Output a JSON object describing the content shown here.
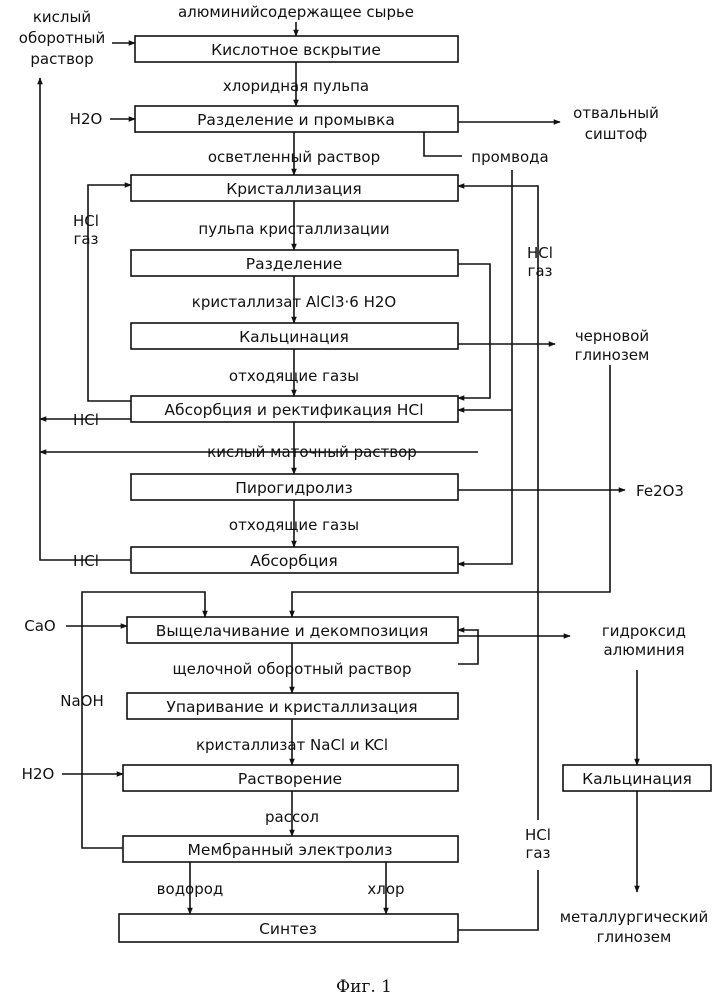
{
  "figure_caption": "Фиг. 1",
  "boxes": {
    "acid_opening": "Кислотное вскрытие",
    "separation_washing": "Разделение и промывка",
    "crystallization": "Кристаллизация",
    "separation": "Разделение",
    "calcination": "Кальцинация",
    "absorption_rectification": "Абсорбция и ректификация HCl",
    "pyrohydrolysis": "Пирогидролиз",
    "absorption": "Абсорбция",
    "leaching_decomposition": "Выщелачивание и декомпозиция",
    "evaporation_crystallization": "Упаривание и кристаллизация",
    "dissolution": "Растворение",
    "membrane_electrolysis": "Мембранный электролиз",
    "synthesis": "Синтез",
    "calcination_right": "Кальцинация"
  },
  "labels": {
    "feed": "алюминийсодержащее сырье",
    "acid_recycle_line1": "кислый",
    "acid_recycle_line2": "оборотный",
    "acid_recycle_line3": "раствор",
    "chloride_pulp": "хлоридная пульпа",
    "h2o_top": "H2O",
    "dump_line1": "отвальный",
    "dump_line2": "сиштоф",
    "clarified_solution": "осветленный раствор",
    "wash_water": "промвода",
    "hcl_gas_left_1": "HCl",
    "hcl_gas_left_2": "газ",
    "hcl_gas_right_1": "HCl",
    "hcl_gas_right_2": "газ",
    "crystallization_pulp": "пульпа кристаллизации",
    "crystallizate": "кристаллизат AlCl3·6 H2O",
    "crude_alumina_line1": "черновой",
    "crude_alumina_line2": "глинозем",
    "off_gases_1": "отходящие газы",
    "hcl_1": "HCl",
    "acid_mother_liquor": "кислый маточный раствор",
    "fe2o3": "Fe2O3",
    "off_gases_2": "отходящие газы",
    "hcl_2": "HCl",
    "cao": "CaO",
    "aluminum_hydroxide_line1": "гидроксид",
    "aluminum_hydroxide_line2": "алюминия",
    "alkaline_recycle": "щелочной оборотный раствор",
    "naoh": "NaOH",
    "crystallizate_nacl_kcl": "кристаллизат NaCl и KCl",
    "h2o_bottom": "H2O",
    "brine": "рассол",
    "hcl_gas_bottom_1": "HCl",
    "hcl_gas_bottom_2": "газ",
    "hydrogen": "водород",
    "chlorine": "хлор",
    "metallurgical_line1": "металлургический",
    "metallurgical_line2": "глинозем"
  }
}
